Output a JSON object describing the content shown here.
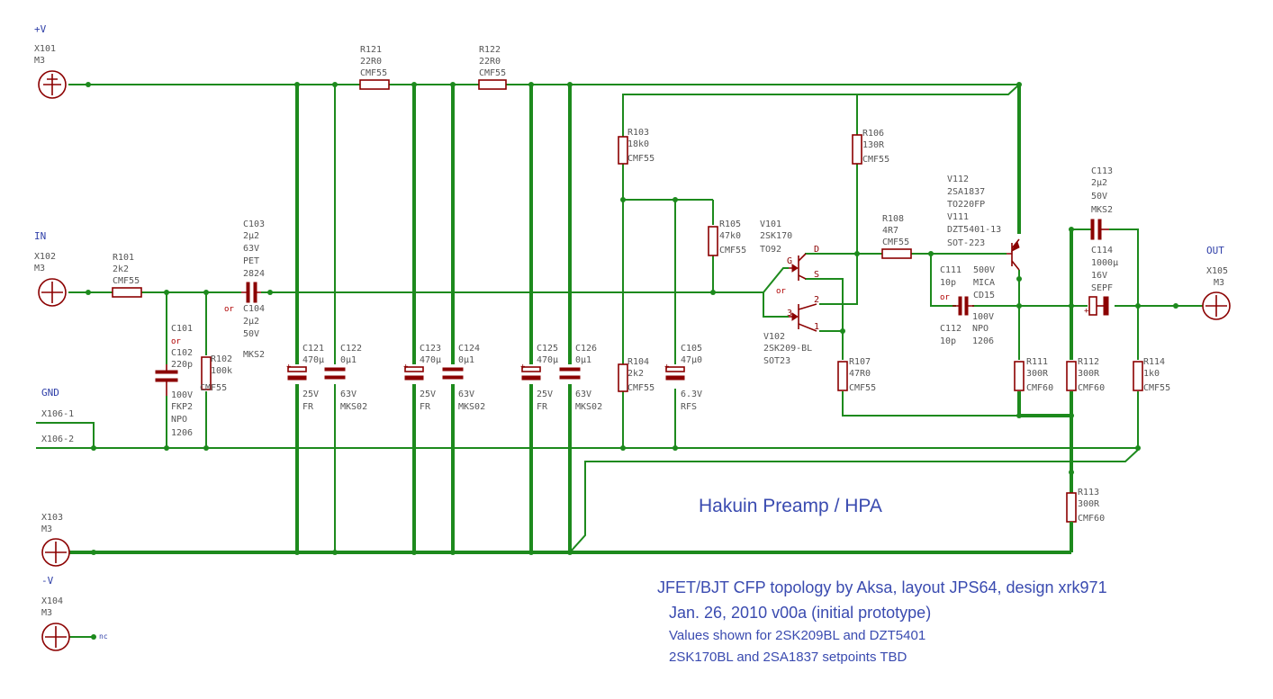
{
  "title": "Hakuin Preamp / HPA",
  "notes": [
    "JFET/BJT CFP topology by Aksa, layout JPS64, design xrk971",
    "Jan. 26, 2010    v00a (initial prototype)",
    "Values shown for 2SK209BL and DZT5401",
    "2SK170BL and 2SA1837 setpoints TBD"
  ],
  "nets": {
    "vplus": "+V",
    "in": "IN",
    "gnd": "GND",
    "vminus": "-V",
    "out": "OUT",
    "nc": "nc"
  },
  "connectors": {
    "x101": [
      "X101",
      "M3"
    ],
    "x102": [
      "X102",
      "M3"
    ],
    "x103": [
      "X103",
      "M3"
    ],
    "x104": [
      "X104",
      "M3"
    ],
    "x105": [
      "X105",
      "M3"
    ],
    "x106_1": "X106-1",
    "x106_2": "X106-2"
  },
  "or_label": "or",
  "parts": {
    "r121": [
      "R121",
      "22R0",
      "CMF55"
    ],
    "r122": [
      "R122",
      "22R0",
      "CMF55"
    ],
    "r101": [
      "R101",
      "2k2",
      "CMF55"
    ],
    "c103": [
      "C103",
      "2μ2",
      "63V",
      "PET",
      "2824"
    ],
    "c104": [
      "C104",
      "2μ2",
      "50V"
    ],
    "c104_type": "MKS2",
    "c101a": "C101",
    "c101b": [
      "C102",
      "220p"
    ],
    "c101c": [
      "100V",
      "FKP2",
      "NPO",
      "1206"
    ],
    "r102": [
      "R102",
      "100k",
      "CMF55"
    ],
    "c121": [
      "C121",
      "470μ"
    ],
    "c121b": [
      "25V",
      "FR"
    ],
    "c122": [
      "C122",
      "0μ1"
    ],
    "c122b": [
      "63V",
      "MKS02"
    ],
    "c123": [
      "C123",
      "470μ"
    ],
    "c123b": [
      "25V",
      "FR"
    ],
    "c124": [
      "C124",
      "0μ1"
    ],
    "c124b": [
      "63V",
      "MKS02"
    ],
    "c125": [
      "C125",
      "470μ"
    ],
    "c125b": [
      "25V",
      "FR"
    ],
    "c126": [
      "C126",
      "0μ1"
    ],
    "c126b": [
      "63V",
      "MKS02"
    ],
    "r103": [
      "R103",
      "18k0",
      "CMF55"
    ],
    "r104": [
      "R104",
      "2k2",
      "CMF55"
    ],
    "r105": [
      "R105",
      "47k0",
      "CMF55"
    ],
    "c105": [
      "C105",
      "47μ0"
    ],
    "c105b": [
      "6.3V",
      "RFS"
    ],
    "v101": [
      "V101",
      "2SK170",
      "TO92"
    ],
    "v102": [
      "V102",
      "2SK209-BL",
      "SOT23"
    ],
    "r106": [
      "R106",
      "130R",
      "CMF55"
    ],
    "r107": [
      "R107",
      "47R0",
      "CMF55"
    ],
    "r108": [
      "R108",
      "4R7",
      "CMF55"
    ],
    "v112": [
      "V112",
      "2SA1837",
      "TO220FP",
      "V111",
      "DZT5401-13",
      "SOT-223"
    ],
    "c111": [
      "C111",
      "10p"
    ],
    "c111_mid": [
      "500V",
      "MICA",
      "CD15"
    ],
    "c112": [
      "C112",
      "10p"
    ],
    "c112_mid": [
      "100V",
      "NPO",
      "1206"
    ],
    "c113": [
      "C113",
      "2μ2",
      "50V",
      "MKS2"
    ],
    "c114": [
      "C114",
      "1000μ",
      "16V",
      "SEPF"
    ],
    "r111": [
      "R111",
      "300R",
      "CMF60"
    ],
    "r112": [
      "R112",
      "300R",
      "CMF60"
    ],
    "r113": [
      "R113",
      "300R",
      "CMF60"
    ],
    "r114": [
      "R114",
      "1k0",
      "CMF55"
    ]
  },
  "pins": {
    "g": "G",
    "d": "D",
    "s": "S",
    "p1": "1",
    "p2": "2",
    "p3": "3"
  }
}
